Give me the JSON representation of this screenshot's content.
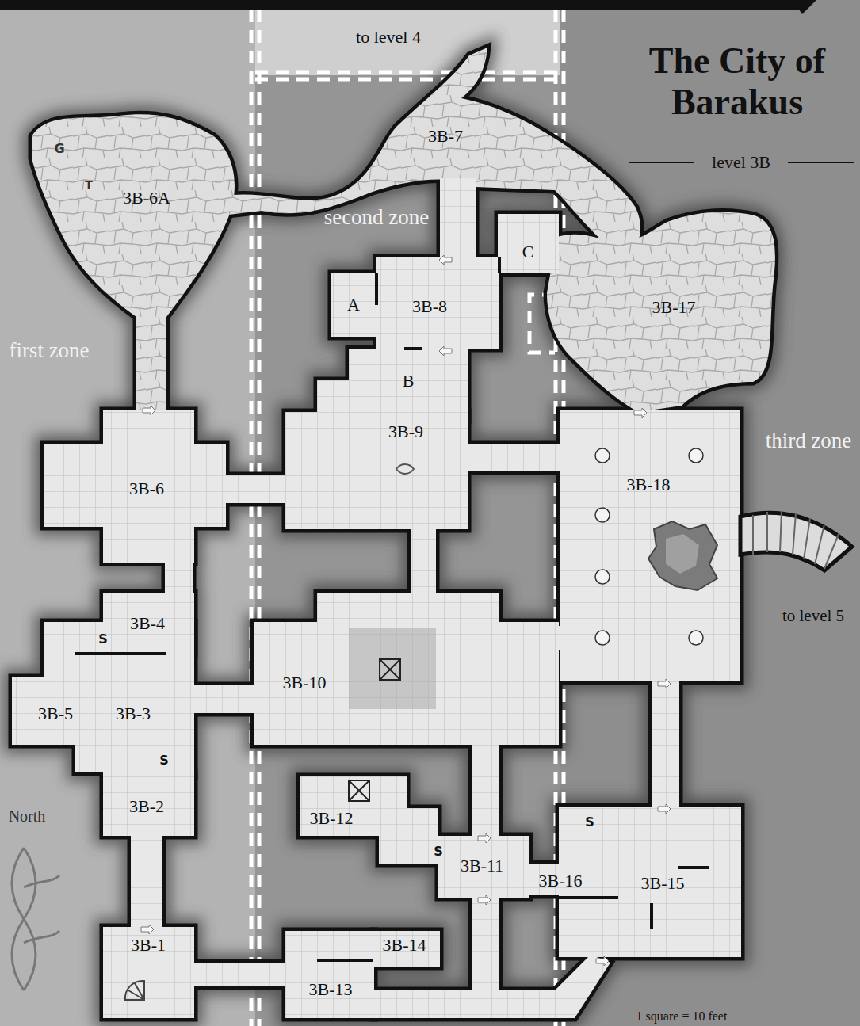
{
  "diagram": {
    "title": "The City of Barakus",
    "nodes": [
      {
        "text": [
          "3B-6A"
        ]
      },
      {
        "text": [
          "3B-7"
        ]
      },
      {
        "text": [
          "C"
        ]
      },
      {
        "text": [
          "A"
        ]
      },
      {
        "text": [
          "3B-8"
        ]
      },
      {
        "text": [
          "3B-17"
        ]
      },
      {
        "text": [
          "B"
        ]
      },
      {
        "text": [
          "3B-9"
        ]
      },
      {
        "text": [
          "3B-18"
        ]
      },
      {
        "text": [
          "3B-6"
        ]
      },
      {
        "text": [
          "3B-4"
        ]
      },
      {
        "text": [
          "3B-10"
        ]
      },
      {
        "text": [
          "3B-5"
        ]
      },
      {
        "text": [
          "3B-3"
        ]
      },
      {
        "text": [
          "3B-2"
        ]
      },
      {
        "text": [
          "3B-12"
        ]
      },
      {
        "text": [
          "3B-11"
        ]
      },
      {
        "text": [
          "3B-16"
        ]
      },
      {
        "text": [
          "3B-15"
        ]
      },
      {
        "text": [
          "3B-1"
        ]
      },
      {
        "text": [
          "3B-14"
        ]
      },
      {
        "text": [
          "3B-13"
        ]
      }
    ],
    "labels": [
      "to level 4",
      "level 3B",
      "second zone",
      "first zone",
      "third zone",
      "to level 5",
      "North",
      "1 square = 10 feet",
      "G",
      "T",
      "S",
      "S",
      "S",
      "S"
    ]
  }
}
